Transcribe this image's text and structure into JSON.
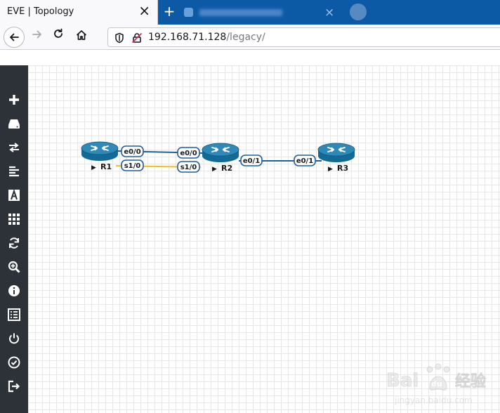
{
  "browser": {
    "active_tab_title": "EVE | Topology",
    "tab_close_glyph": "×",
    "new_tab_glyph": "+",
    "url_host": "192.168.71.128",
    "url_path": "/legacy/",
    "icons": {
      "back": "arrow-left-icon",
      "forward": "arrow-right-icon",
      "reload": "reload-icon",
      "home": "home-icon",
      "shield": "shield-icon",
      "insecure": "insecure-lock-icon"
    }
  },
  "sidebar": {
    "items": [
      {
        "icon": "plus-icon"
      },
      {
        "icon": "hard-drive-icon"
      },
      {
        "icon": "swap-arrows-icon"
      },
      {
        "icon": "align-left-icon"
      },
      {
        "icon": "text-a-icon"
      },
      {
        "icon": "grid-icon"
      },
      {
        "icon": "refresh-icon"
      },
      {
        "icon": "zoom-in-icon"
      },
      {
        "icon": "info-icon"
      },
      {
        "icon": "list-icon"
      },
      {
        "icon": "power-icon"
      },
      {
        "icon": "check-circle-icon"
      },
      {
        "icon": "sign-out-icon"
      }
    ]
  },
  "topology": {
    "nodes": [
      {
        "id": "R1",
        "label": "R1"
      },
      {
        "id": "R2",
        "label": "R2"
      },
      {
        "id": "R3",
        "label": "R3"
      }
    ],
    "links": [
      {
        "from": "R1",
        "to": "R2",
        "from_if": "e0/0",
        "to_if": "e0/0",
        "color": "#1f5f9c"
      },
      {
        "from": "R1",
        "to": "R2",
        "from_if": "s1/0",
        "to_if": "s1/0",
        "color": "#f2c01e"
      },
      {
        "from": "R2",
        "to": "R3",
        "from_if": "e0/1",
        "to_if": "e0/1",
        "color": "#1f5f9c"
      }
    ],
    "router_color": "#136a96",
    "play_glyph": "▶"
  },
  "watermark": {
    "brand": "Bai",
    "paw": "du",
    "cn": "经验",
    "url": "jingyan.baidu.com"
  },
  "colors": {
    "tabbar": "#0c5aa6",
    "sidebar": "#2d3238",
    "grid": "#e6e6e6"
  }
}
